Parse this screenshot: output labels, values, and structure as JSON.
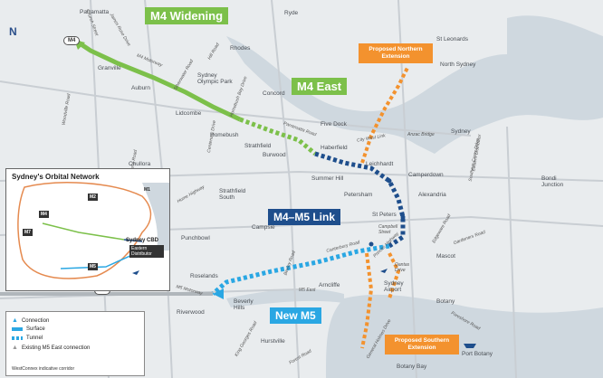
{
  "projects": {
    "m4_widening": "M4 Widening",
    "m4_east": "M4 East",
    "m4_m5_link": "M4–M5 Link",
    "new_m5": "New M5",
    "northern_ext": "Proposed Northern Extension",
    "southern_ext": "Proposed Southern Extension"
  },
  "suburbs": {
    "parramatta": "Parramatta",
    "ryde": "Ryde",
    "st_leonards": "St Leonards",
    "north_sydney": "North Sydney",
    "granville": "Granville",
    "auburn": "Auburn",
    "rhodes": "Rhodes",
    "sydney_olympic_park": "Sydney Olympic Park",
    "lidcombe": "Lidcombe",
    "concord": "Concord",
    "homebush": "Homebush",
    "five_dock": "Five Dock",
    "strathfield": "Strathfield",
    "burwood": "Burwood",
    "haberfield": "Haberfield",
    "sydney": "Sydney",
    "chullora": "Chullora",
    "leichhardt": "Leichhardt",
    "camperdown": "Camperdown",
    "summer_hill": "Summer Hill",
    "bondi_junction": "Bondi Junction",
    "strathfield_south": "Strathfield South",
    "petersham": "Petersham",
    "alexandria": "Alexandria",
    "campsie": "Campsie",
    "st_peters": "St Peters",
    "punchbowl": "Punchbowl",
    "mascot": "Mascot",
    "roselands": "Roselands",
    "arncliffe": "Arncliffe",
    "sydney_airport": "Sydney Airport",
    "riverwood": "Riverwood",
    "beverly_hills": "Beverly Hills",
    "botany": "Botany",
    "hurstville": "Hurstville",
    "port_botany": "Port Botany",
    "botany_bay": "Botany Bay",
    "campbell_street": "Campbell Street",
    "qantas_drive": "Qantas Drive"
  },
  "roads": {
    "church_st": "Church Street",
    "james_ruse": "James Ruse Drive",
    "m4_motorway": "M4 Motorway",
    "silverwater": "Silverwater Road",
    "hill_rd": "Hill Road",
    "homebush_bay": "Homebush Bay Drive",
    "parramatta_rd": "Parramatta Road",
    "city_west_link": "City West Link",
    "anzac_bridge": "Anzac Bridge",
    "woodville_rd": "Woodville Road",
    "centenary_dr": "Centenary Drive",
    "roberts_rd": "Roberts Road",
    "hume_hwy": "Hume Highway",
    "canterbury_rd": "Canterbury Road",
    "king_georges": "King Georges Road",
    "bexley_rd": "Bexley Road",
    "m5_motorway": "M5 Motorway",
    "general_holmes": "General Holmes Drive",
    "foreshore_rd": "Foreshore Road",
    "princes_hwy": "Princes Highway",
    "mg_east": "M5 East",
    "gardeners_rd": "Gardeners Road",
    "southern_cross": "Southern Cross Drive",
    "forest_rd": "Forest Road",
    "edgeware_rd": "Edgeware Road",
    "eastern_dist": "Eastern Distributor"
  },
  "shields": {
    "m4": "M4",
    "m5": "M5",
    "north": "N"
  },
  "inset": {
    "title": "Sydney's Orbital Network",
    "m2": "M2",
    "m4": "M4",
    "m7": "M7",
    "m5": "M5",
    "m1": "M1",
    "cbd": "Sydney CBD",
    "eastern": "Eastern Distributor"
  },
  "legend": {
    "connection": "Connection",
    "surface": "Surface",
    "tunnel": "Tunnel",
    "existing": "Existing M5 East connection",
    "corridor": "WestConnex indicative corridor"
  },
  "colors": {
    "green": "#7cc04a",
    "navy": "#1e4e8c",
    "lightblue": "#2aa7e3",
    "orange": "#f3922e",
    "water": "#cfd8df",
    "land": "#e9ecee"
  }
}
